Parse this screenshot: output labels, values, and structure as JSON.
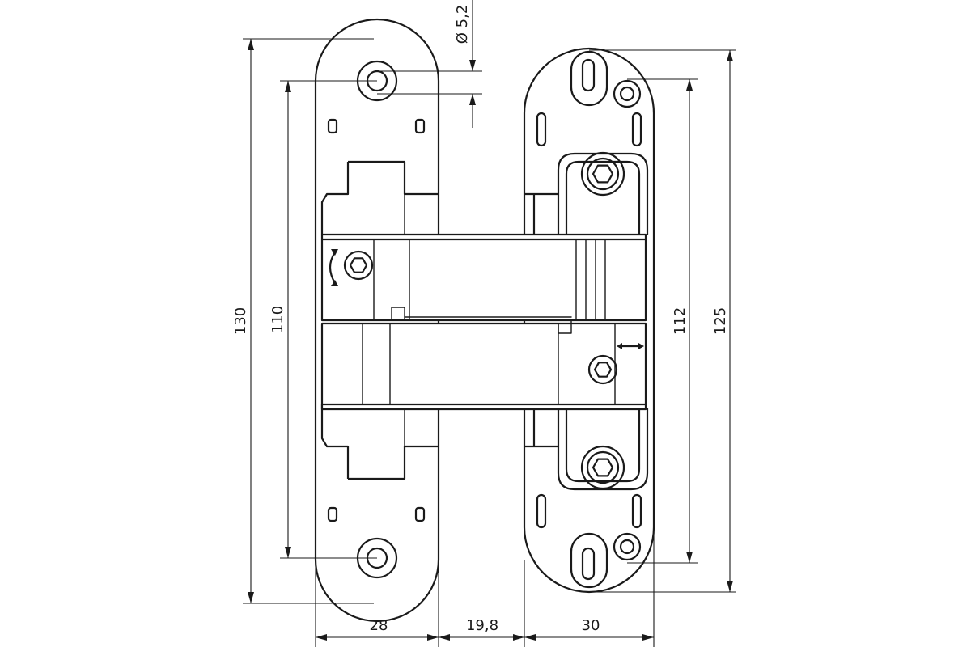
{
  "dimensions": {
    "height_total_left": "130",
    "height_holes_left": "110",
    "height_holes_right": "112",
    "height_total_right": "125",
    "hole_diameter": "Ø 5,2",
    "width_left_leaf": "28",
    "gap_width": "19,8",
    "width_right_leaf": "30"
  },
  "colors": {
    "line": "#1a1a1a",
    "background": "#ffffff"
  }
}
